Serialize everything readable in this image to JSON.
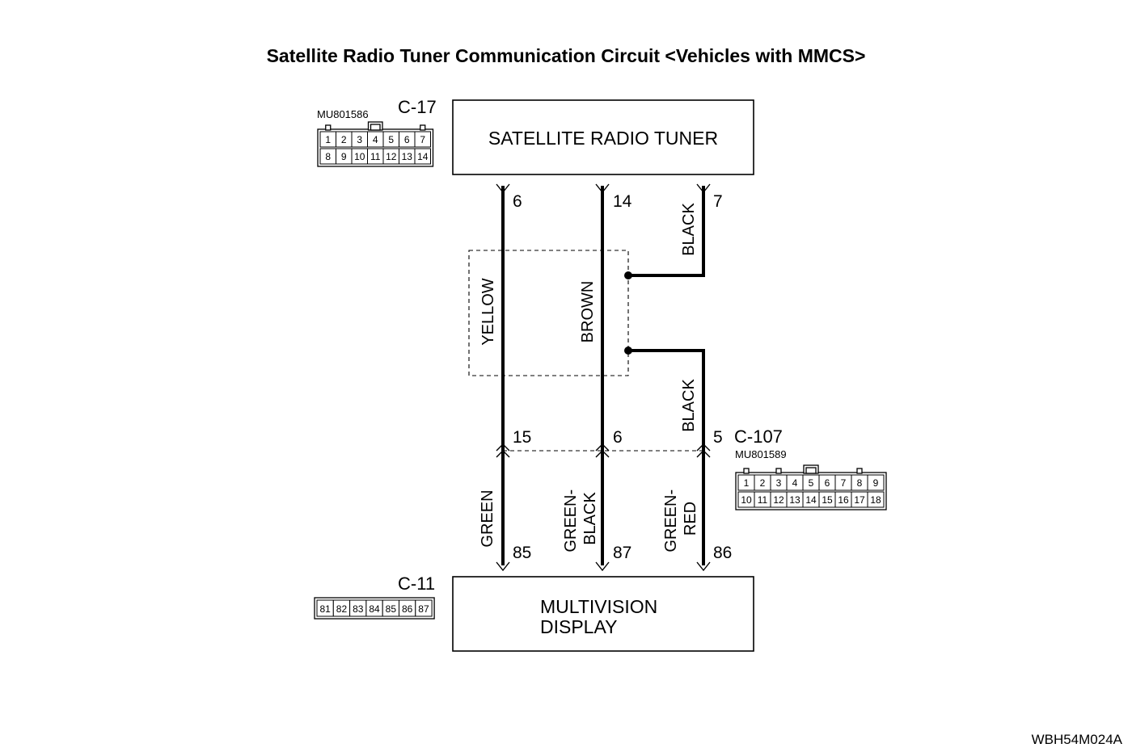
{
  "title": "Satellite Radio Tuner Communication Circuit <Vehicles with MMCS>",
  "reference_code": "WBH54M024A",
  "components": {
    "tuner": {
      "label": "SATELLITE RADIO TUNER"
    },
    "display": {
      "line1": "MULTIVISION",
      "line2": "DISPLAY"
    }
  },
  "connectors": {
    "c17": {
      "name": "C-17",
      "part_number": "MU801586",
      "row1": [
        "1",
        "2",
        "3",
        "4",
        "5",
        "6",
        "7"
      ],
      "row2": [
        "8",
        "9",
        "10",
        "11",
        "12",
        "13",
        "14"
      ]
    },
    "c107": {
      "name": "C-107",
      "part_number": "MU801589",
      "row1": [
        "1",
        "2",
        "3",
        "4",
        "5",
        "6",
        "7",
        "8",
        "9"
      ],
      "row2": [
        "10",
        "11",
        "12",
        "13",
        "14",
        "15",
        "16",
        "17",
        "18"
      ]
    },
    "c11": {
      "name": "C-11",
      "cells": [
        "81",
        "82",
        "83",
        "84",
        "85",
        "86",
        "87"
      ]
    }
  },
  "wires": [
    {
      "tuner_pin": "6",
      "upper_color": "YELLOW",
      "c107_pin": "15",
      "lower_color": "GREEN",
      "display_pin": "85"
    },
    {
      "tuner_pin": "14",
      "upper_color": "BROWN",
      "c107_pin": "6",
      "lower_color": "GREEN-BLACK",
      "display_pin": "87"
    },
    {
      "tuner_pin": "7",
      "upper_color": "BLACK",
      "c107_pin": "5",
      "lower_color": "GREEN-RED",
      "display_pin": "86"
    }
  ],
  "ground_wire_color": "BLACK",
  "colors": {
    "line": "#000000",
    "background": "#ffffff"
  }
}
